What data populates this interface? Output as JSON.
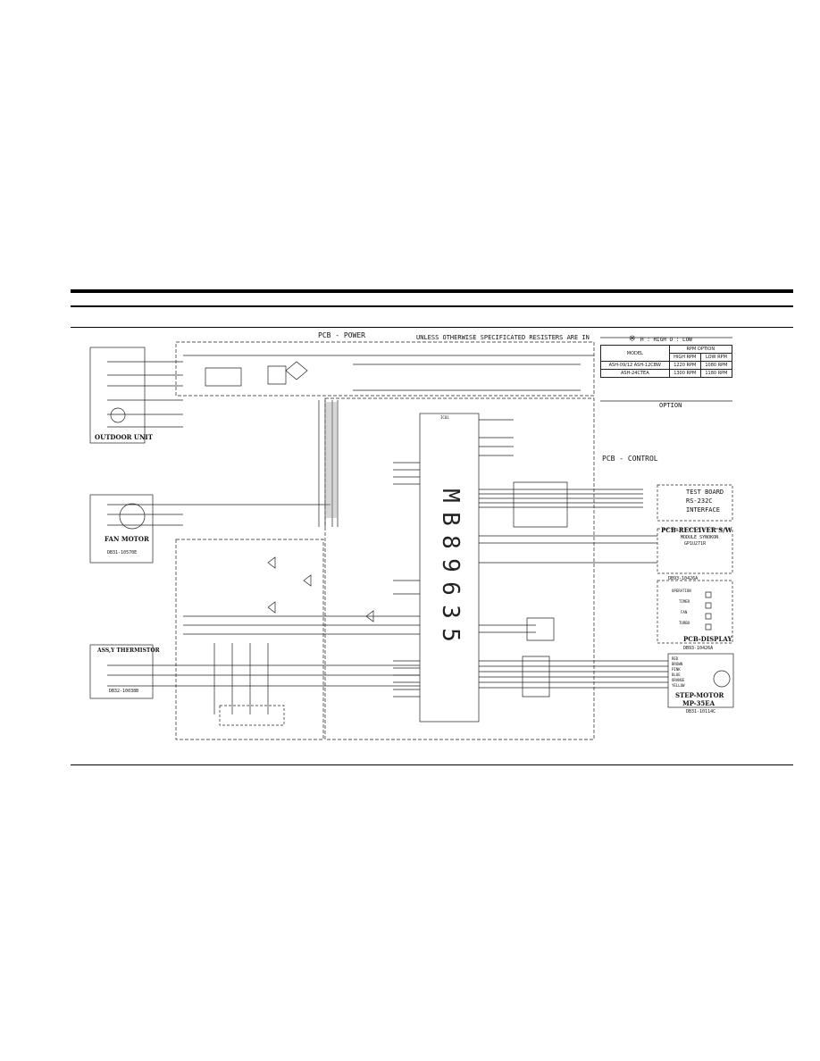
{
  "sections": {
    "power": "PCB - POWER",
    "note": "UNLESS OTHERWISE SPECIFICATED RESISTERS ARE IN",
    "control": "PCB - CONTROL",
    "receiver": "PCB-RECEIVER S/W",
    "receiver_module": "MODULE SYNOKON",
    "receiver_module_part": "GP1U271R",
    "receiver_code": "DB93-10426A",
    "display": "PCB-DISPLAY",
    "display_code": "DB93-10426A",
    "test_board": "TEST BOARD",
    "test_if": "RS-232C",
    "test_iface": "INTERFACE",
    "option_label": "OPTION"
  },
  "external_units": {
    "outdoor": "OUTDOOR UNIT",
    "fan_motor": "FAN MOTOR",
    "fan_motor_code": "DB31-10570E",
    "thermistor": "ASS,Y THERMISTOR",
    "thermistor_code": "DB32-10038B",
    "step_motor": "STEP-MOTOR",
    "step_motor_model": "MP-35EA",
    "step_motor_code": "DB31-10114C"
  },
  "mcu": {
    "ref": "IC01",
    "part": [
      "M",
      "B",
      "8",
      "9",
      "6",
      "3",
      "5"
    ]
  },
  "legend": {
    "star": "※",
    "text": "H : HIGH  O : LOW"
  },
  "rpm_table": {
    "title": "RPM OPTION",
    "model_header": "MODEL",
    "high": "HIGH RPM",
    "low": "LOW RPM",
    "models": [
      "ASH-09/12 ASH-12CBW",
      "ASH-24CTEA"
    ],
    "rpm_values": [
      "1220 RPM",
      "1080 RPM",
      "1300 RPM",
      "1180 RPM"
    ]
  },
  "display_leds": [
    "OPERATION",
    "TIMER",
    "FAN",
    "TURBO"
  ],
  "step_motor_wires": [
    "RED",
    "BROWN",
    "PINK",
    "BLUE",
    "ORANGE",
    "YELLOW"
  ],
  "option_block": "OPTION"
}
